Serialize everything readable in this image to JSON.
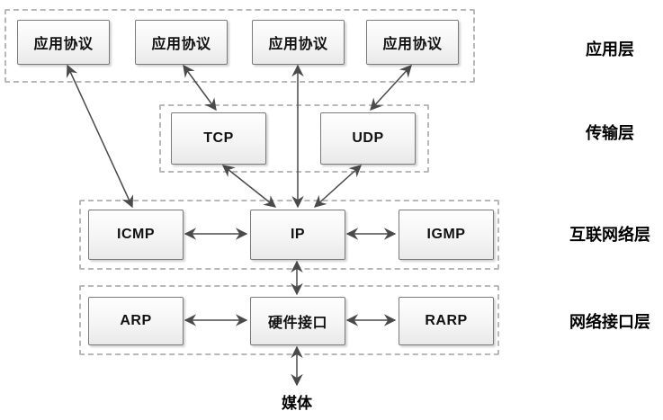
{
  "layers": {
    "application": {
      "label": "应用层"
    },
    "transport": {
      "label": "传输层"
    },
    "internet": {
      "label": "互联网络层"
    },
    "network_interface": {
      "label": "网络接口层"
    }
  },
  "nodes": {
    "app1": {
      "label": "应用协议"
    },
    "app2": {
      "label": "应用协议"
    },
    "app3": {
      "label": "应用协议"
    },
    "app4": {
      "label": "应用协议"
    },
    "tcp": {
      "label": "TCP"
    },
    "udp": {
      "label": "UDP"
    },
    "icmp": {
      "label": "ICMP"
    },
    "ip": {
      "label": "IP"
    },
    "igmp": {
      "label": "IGMP"
    },
    "arp": {
      "label": "ARP"
    },
    "hw_interface": {
      "label": "硬件接口"
    },
    "rarp": {
      "label": "RARP"
    }
  },
  "media": {
    "label": "媒体"
  },
  "connections": [
    {
      "from": "app1",
      "to": "icmp",
      "bidirectional": true
    },
    {
      "from": "app2",
      "to": "tcp",
      "bidirectional": true
    },
    {
      "from": "app3",
      "to": "ip",
      "bidirectional": true
    },
    {
      "from": "app4",
      "to": "udp",
      "bidirectional": true
    },
    {
      "from": "tcp",
      "to": "ip",
      "bidirectional": true
    },
    {
      "from": "udp",
      "to": "ip",
      "bidirectional": true
    },
    {
      "from": "icmp",
      "to": "ip",
      "bidirectional": true
    },
    {
      "from": "ip",
      "to": "igmp",
      "bidirectional": true
    },
    {
      "from": "ip",
      "to": "hw_interface",
      "bidirectional": true
    },
    {
      "from": "arp",
      "to": "hw_interface",
      "bidirectional": true
    },
    {
      "from": "hw_interface",
      "to": "rarp",
      "bidirectional": true
    },
    {
      "from": "hw_interface",
      "to": "media",
      "bidirectional": true
    }
  ],
  "colors": {
    "box_border": "#7a7a7a",
    "box_fill_top": "#fefefe",
    "box_fill_bottom": "#e9e9e9",
    "dashed_border": "#b8b8b8",
    "arrow": "#4a4a4a",
    "text": "#111111"
  }
}
